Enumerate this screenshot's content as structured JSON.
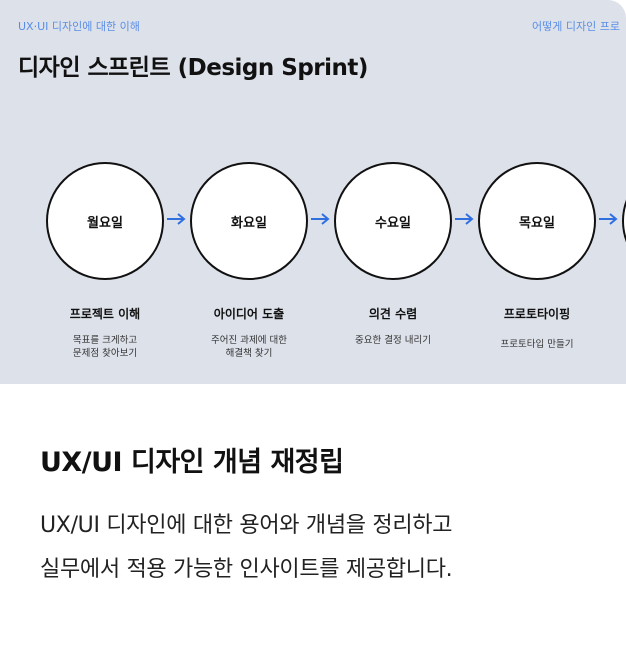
{
  "header": {
    "breadcrumb_left": "UX·UI 디자인에 대한 이해",
    "breadcrumb_right": "어떻게 디자인 프로",
    "title": "디자인 스프린트 (Design Sprint)"
  },
  "steps": [
    {
      "day": "월요일",
      "title": "프로젝트 이해",
      "desc": "목표를 크게하고\n문제점 찾아보기"
    },
    {
      "day": "화요일",
      "title": "아이디어 도출",
      "desc": "주어진 과제에 대한\n해결책 찾기"
    },
    {
      "day": "수요일",
      "title": "의견 수렴",
      "desc": "중요한 결정 내리기"
    },
    {
      "day": "목요일",
      "title": "프로토타이핑",
      "desc": "프로토타입 만들기"
    }
  ],
  "colors": {
    "accent": "#2f6fe0",
    "hero_bg": "#dde1ea"
  },
  "card": {
    "title": "UX/UI 디자인 개념 재정립",
    "description": "UX/UI 디자인에 대한 용어와 개념을 정리하고\n실무에서 적용 가능한 인사이트를 제공합니다."
  }
}
